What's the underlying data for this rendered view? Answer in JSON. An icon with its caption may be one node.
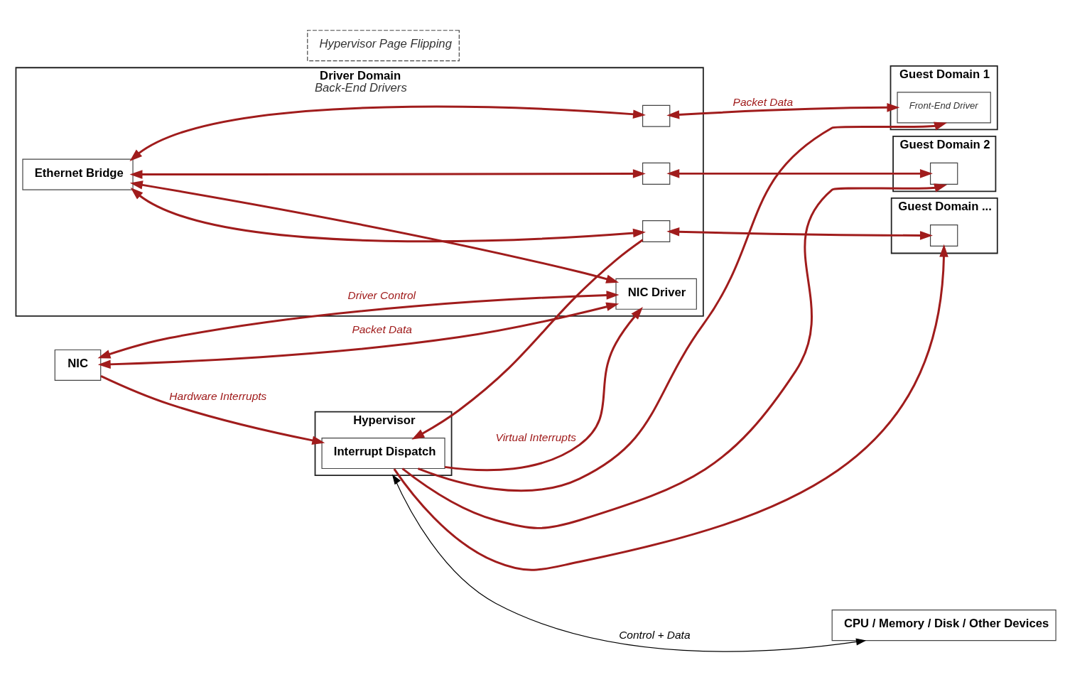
{
  "diagram": {
    "nodes": [
      {
        "text": [
          "Driver Domain",
          "Back-End Drivers"
        ]
      },
      {
        "text": [
          "Ethernet Bridge"
        ],
        "in": 0
      },
      {
        "text": [],
        "shape": "box",
        "in": 0
      },
      {
        "text": [],
        "shape": "box",
        "in": 0
      },
      {
        "text": [],
        "shape": "box",
        "in": 0
      },
      {
        "text": [
          "NIC Driver"
        ],
        "in": 0
      },
      {
        "text": [
          "Hypervisor Page Flipping"
        ]
      },
      {
        "text": [
          "Guest Domain 1"
        ]
      },
      {
        "text": [
          "Front-End Driver"
        ],
        "in": 7
      },
      {
        "text": [
          "Guest Domain 2"
        ]
      },
      {
        "text": [],
        "shape": "box",
        "in": 9
      },
      {
        "text": [
          "Guest Domain ..."
        ]
      },
      {
        "text": [],
        "shape": "box",
        "in": 11
      },
      {
        "text": [
          "Hypervisor"
        ]
      },
      {
        "text": [
          "Interrupt Dispatch"
        ],
        "in": 13
      },
      {
        "text": [
          "NIC"
        ]
      },
      {
        "text": [
          "CPU / Memory / Disk / Other Devices"
        ]
      }
    ],
    "edges": [
      {
        "from": 1,
        "to": 2,
        "arrow": "both"
      },
      {
        "from": 1,
        "to": 3,
        "arrow": "both"
      },
      {
        "from": 1,
        "to": 4,
        "arrow": "both"
      },
      {
        "from": 2,
        "to": 8,
        "arrow": "both",
        "label": "Packet Data"
      },
      {
        "from": 3,
        "to": 10,
        "arrow": "both"
      },
      {
        "from": 4,
        "to": 12,
        "arrow": "both"
      },
      {
        "from": 1,
        "to": 5,
        "arrow": "both"
      },
      {
        "from": 4,
        "to": 14,
        "arrow": "to"
      },
      {
        "from": 14,
        "to": 5,
        "arrow": "to",
        "label": "Virtual Interrupts"
      },
      {
        "from": 14,
        "to": 8,
        "arrow": "to"
      },
      {
        "from": 14,
        "to": 10,
        "arrow": "to"
      },
      {
        "from": 14,
        "to": 12,
        "arrow": "to"
      },
      {
        "from": 5,
        "to": 15,
        "arrow": "both",
        "label": "Driver Control"
      },
      {
        "from": 5,
        "to": 15,
        "arrow": "both",
        "label": "Packet Data"
      },
      {
        "from": 15,
        "to": 14,
        "arrow": "to",
        "label": "Hardware Interrupts"
      },
      {
        "from": 13,
        "to": 16,
        "arrow": "both",
        "label": "Control + Data",
        "color": "#000000"
      }
    ]
  }
}
